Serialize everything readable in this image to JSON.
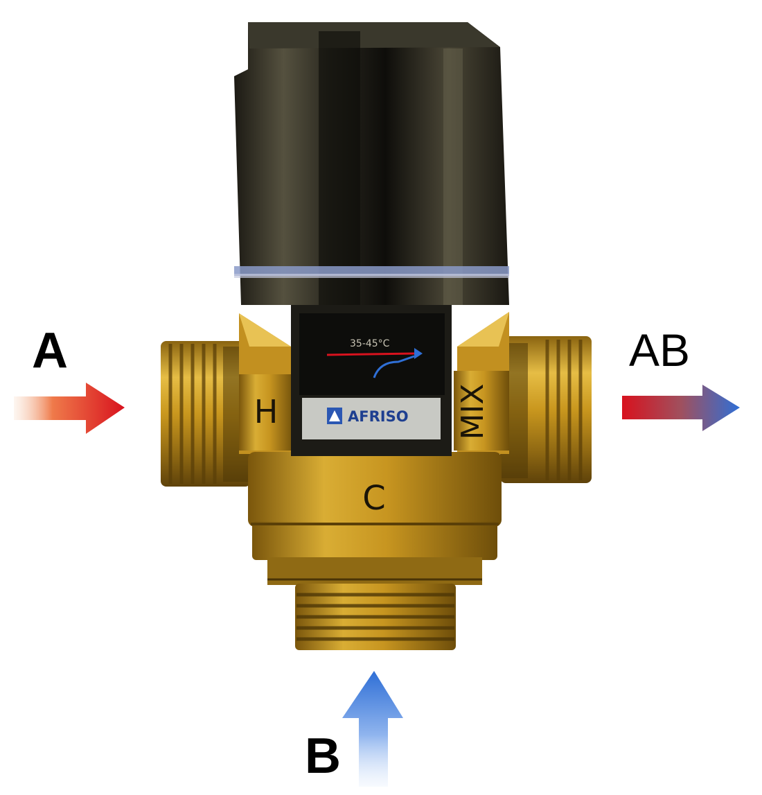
{
  "labels": {
    "inlet_hot": "A",
    "outlet_mixed": "AB",
    "inlet_cold": "B"
  },
  "valve": {
    "port_marks": {
      "hot": "H",
      "mix": "MIX",
      "cold": "C"
    },
    "brand": "AFRISO",
    "dial_readout": "35-45°C"
  },
  "colors": {
    "hot": "#d8121e",
    "cold": "#2f6fd6",
    "brass": "#c9971e",
    "cap": "#2a2820"
  }
}
